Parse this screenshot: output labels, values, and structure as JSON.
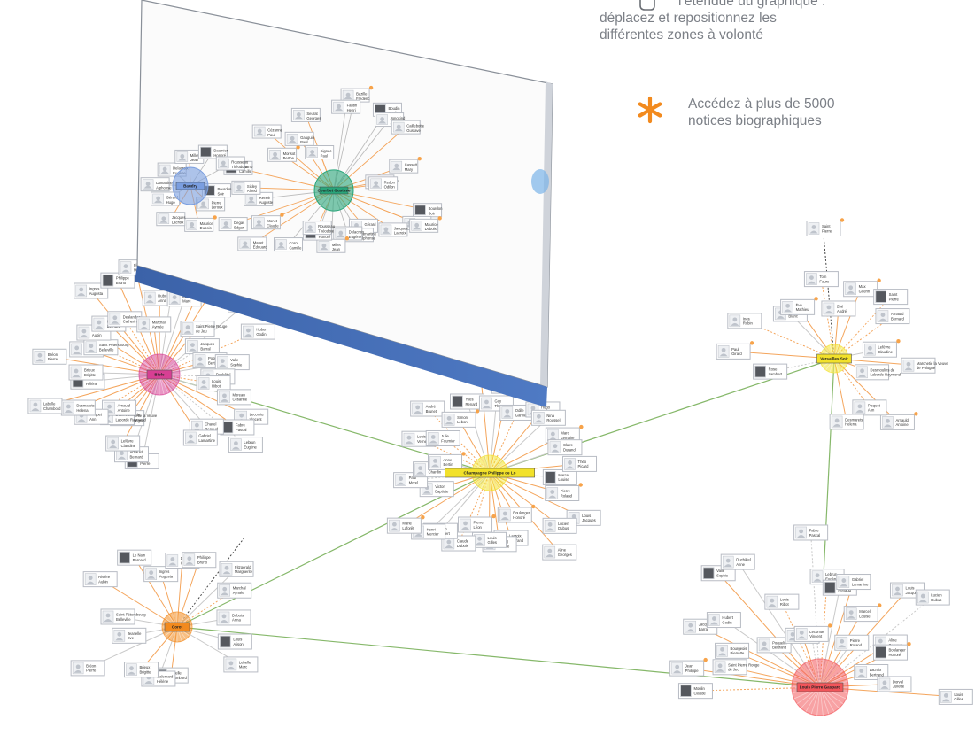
{
  "info_panel": {
    "move_text_line1": "l’étendue du graphique :",
    "move_text_line2": "déplacez et repositionnez les",
    "move_text_line3": "différentes zones à volonté",
    "bio_text_line1": "Accédez à plus de 5000",
    "bio_text_line2": "notices biographiques",
    "accent_color": "#f28a1e",
    "icons": [
      "move-hand-icon",
      "asterisk-icon"
    ]
  },
  "graph": {
    "hubs": [
      {
        "id": "h_magenta",
        "label": "Bible",
        "color": "#d73f93"
      },
      {
        "id": "h_yellow_center",
        "label": "Champagne Philippe de Lorraine Marcelle",
        "color": "#f2e12a"
      },
      {
        "id": "h_yellow_top",
        "label": "Versailles Soir",
        "color": "#f2e12a"
      },
      {
        "id": "h_orange",
        "label": "Corot",
        "color": "#f28a1e"
      },
      {
        "id": "h_red",
        "label": "Louis Pierre Gaspard",
        "color": "#f2555a"
      },
      {
        "id": "h_teal",
        "label": "Courbet Gustave",
        "color": "#2aa57a"
      },
      {
        "id": "h_blue",
        "label": "Baudry",
        "color": "#7a9ee0"
      }
    ],
    "cards": [
      {
        "label": "Saint Pierre"
      },
      {
        "label": "Arnauld Bernard"
      },
      {
        "label": "Lefèvre Claudine"
      },
      {
        "label": "Marchetie la Veuve de Pologne"
      },
      {
        "label": "Desmoulins de Laborde Raymond"
      },
      {
        "label": "Arnauld Antoine"
      },
      {
        "label": "Picquet Ann"
      },
      {
        "label": "Desmarets Helena"
      },
      {
        "label": "Labelle Chambord"
      },
      {
        "label": "Galemard Hélène"
      },
      {
        "label": "Brieux Brigitte"
      },
      {
        "label": "Bréon Pierre"
      },
      {
        "label": "Jeanelle Eve"
      },
      {
        "label": "Saint Pétersbourg Belleville"
      },
      {
        "label": "Rivière Aubin"
      },
      {
        "label": "Le Nain Bernard"
      },
      {
        "label": "Ingres Augusta"
      },
      {
        "label": "Deslandes Catherine"
      },
      {
        "label": "Philippe Bruno"
      },
      {
        "label": "Fitzgerald Marguerite"
      },
      {
        "label": "Marchal Aymée"
      },
      {
        "label": "Dubois Anna"
      },
      {
        "label": "Louis Alison"
      },
      {
        "label": "Lebelle Marc"
      },
      {
        "label": "Moulin Claude"
      },
      {
        "label": "Jean Philippe"
      },
      {
        "label": "Saint Pierre Rouge de Jeu"
      },
      {
        "label": "Bourgeois Pierrette"
      },
      {
        "label": "Jacques Barral"
      },
      {
        "label": "Hubert Godin"
      },
      {
        "label": "Poquelin Bertrand"
      },
      {
        "label": "Valle Sophie"
      },
      {
        "label": "Duchâtel Anne"
      },
      {
        "label": "Louis Ribot"
      },
      {
        "label": "Moreau Cesarine"
      },
      {
        "label": "Lecomte Vincent"
      },
      {
        "label": "Fabre Pascal"
      },
      {
        "label": "Lebrun Eugène"
      },
      {
        "label": "Chavel Renaud"
      },
      {
        "label": "Gabriel Lamartine"
      },
      {
        "label": "Marcel Louise"
      },
      {
        "label": "Pierre Roland"
      },
      {
        "label": "Louis Jacques"
      },
      {
        "label": "Lucien Dubus"
      },
      {
        "label": "Aline Georges"
      },
      {
        "label": "Boulanger Honoré"
      },
      {
        "label": "Lacroix Bertrand"
      },
      {
        "label": "Dorval Juliette"
      },
      {
        "label": "Louis Gilles"
      },
      {
        "label": "Pierre Léon"
      },
      {
        "label": "Claude Dubois"
      },
      {
        "label": "Jean Aubert"
      },
      {
        "label": "Henri Mercier"
      },
      {
        "label": "Marie Laforêt"
      },
      {
        "label": "Victor Baptiste"
      },
      {
        "label": "Paul Morel"
      },
      {
        "label": "René Chardin"
      },
      {
        "label": "Anne Bertin"
      },
      {
        "label": "Louis Vernet"
      },
      {
        "label": "Julie Fournier"
      },
      {
        "label": "André Brunet"
      },
      {
        "label": "Simon Lebon"
      },
      {
        "label": "Yves Renard"
      },
      {
        "label": "Léa Martin"
      },
      {
        "label": "Guy Thomas"
      },
      {
        "label": "Émile Perrin"
      },
      {
        "label": "Odile Garnier"
      },
      {
        "label": "Hugo Marchand"
      },
      {
        "label": "Nina Roussel"
      },
      {
        "label": "Marc Lemaire"
      },
      {
        "label": "Claire Durand"
      },
      {
        "label": "Théo Picard"
      },
      {
        "label": "Rose Lambert"
      },
      {
        "label": "Paul Girard"
      },
      {
        "label": "Inès Robin"
      },
      {
        "label": "Luc Blanc"
      },
      {
        "label": "Ève Mathieu"
      },
      {
        "label": "Tom Faure"
      },
      {
        "label": "Zoé André"
      },
      {
        "label": "Max Guerin"
      }
    ],
    "screen_cards": [
      {
        "label": "Bourdon Soir"
      },
      {
        "label": "Pierre Leroux"
      },
      {
        "label": "Maurice Dubois"
      },
      {
        "label": "Jacques Lacroix"
      },
      {
        "label": "Gérard Hugo"
      },
      {
        "label": "Lamartine Alphonse"
      },
      {
        "label": "Delacroix Eugène"
      },
      {
        "label": "Millet Jean"
      },
      {
        "label": "Daumier Honoré"
      },
      {
        "label": "Rousseau Théodore"
      },
      {
        "label": "Corot Camille"
      },
      {
        "label": "Manet Édouard"
      },
      {
        "label": "Monet Claude"
      },
      {
        "label": "Degas Edgar"
      },
      {
        "label": "Renoir Auguste"
      },
      {
        "label": "Sisley Alfred"
      },
      {
        "label": "Pissarro Camille"
      },
      {
        "label": "Morisot Berthe"
      },
      {
        "label": "Cézanne Paul"
      },
      {
        "label": "Gauguin Paul"
      },
      {
        "label": "Seurat Georges"
      },
      {
        "label": "Signac Paul"
      },
      {
        "label": "Bazille Frédéric"
      },
      {
        "label": "Fantin Henri"
      },
      {
        "label": "Boudin Eugène"
      },
      {
        "label": "Jongkind Johan"
      },
      {
        "label": "Caillebotte Gustave"
      },
      {
        "label": "Cassatt Mary"
      },
      {
        "label": "Guillaumin Armand"
      },
      {
        "label": "Redon Odilon"
      }
    ]
  }
}
